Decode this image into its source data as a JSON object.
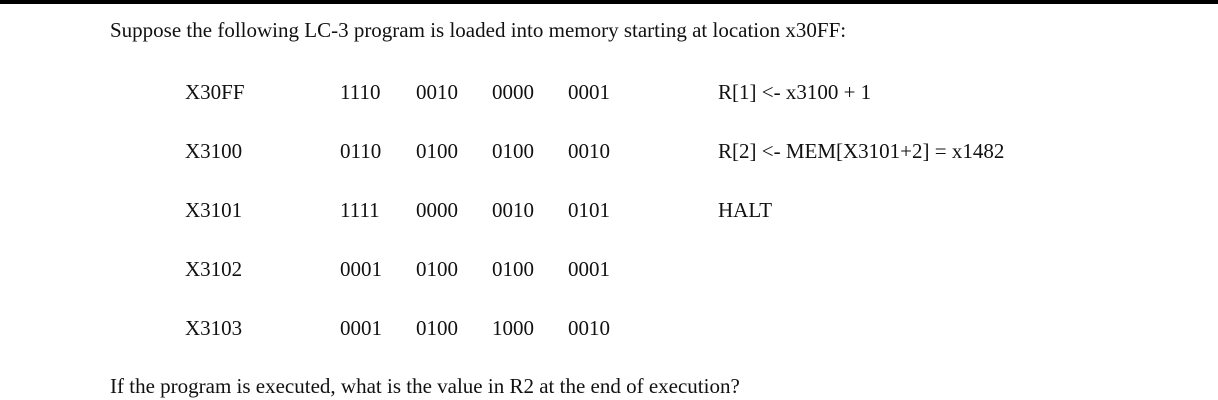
{
  "intro": "Suppose the following LC-3 program is loaded into memory starting at location x30FF:",
  "program": [
    {
      "address": "X30FF",
      "bits": [
        "1110",
        "0010",
        "0000",
        "0001"
      ],
      "comment": "R[1]  <- x3100 + 1"
    },
    {
      "address": "X3100",
      "bits": [
        "0110",
        "0100",
        "0100",
        "0010"
      ],
      "comment": "R[2] <- MEM[X3101+2] = x1482"
    },
    {
      "address": "X3101",
      "bits": [
        "1111",
        "0000",
        "0010",
        "0101"
      ],
      "comment": "HALT"
    },
    {
      "address": "X3102",
      "bits": [
        "0001",
        "0100",
        "0100",
        "0001"
      ],
      "comment": ""
    },
    {
      "address": "X3103",
      "bits": [
        "0001",
        "0100",
        "1000",
        "0010"
      ],
      "comment": ""
    }
  ],
  "question": "If the program is executed, what is the value in R2 at the end of execution?"
}
